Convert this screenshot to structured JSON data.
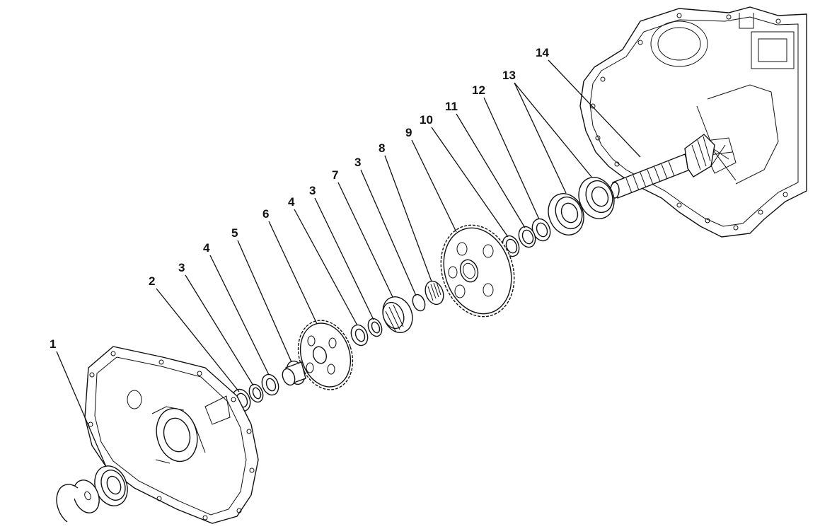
{
  "diagram": {
    "callouts": [
      "1",
      "2",
      "3",
      "4",
      "5",
      "6",
      "4",
      "3",
      "7",
      "3",
      "8",
      "9",
      "10",
      "11",
      "12",
      "13",
      "14"
    ]
  }
}
